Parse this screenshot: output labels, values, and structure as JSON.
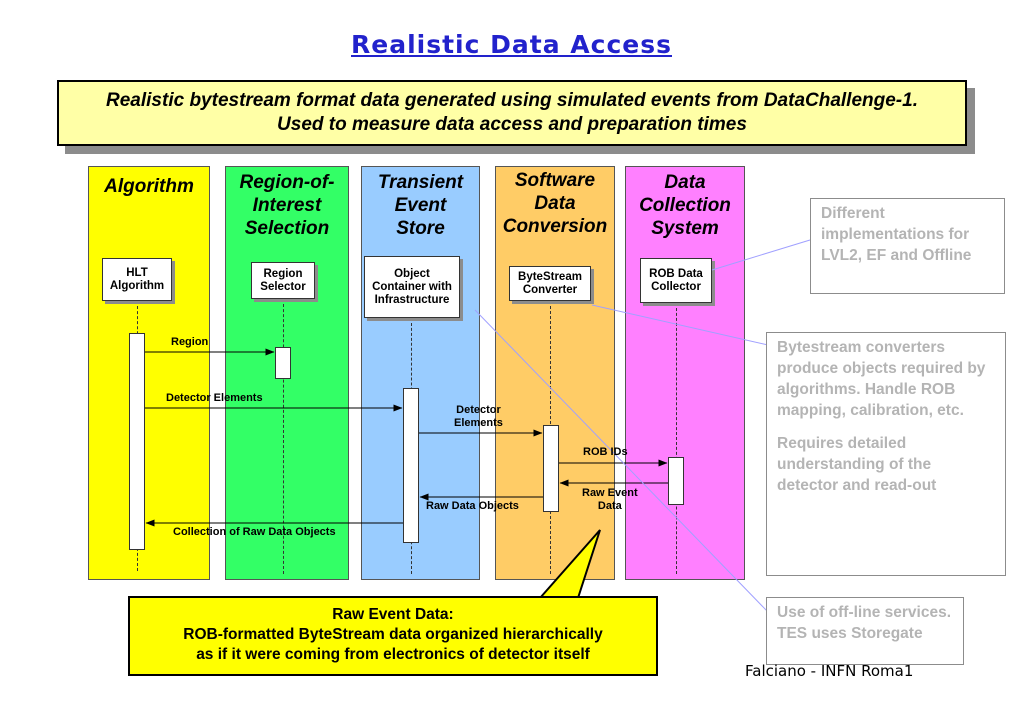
{
  "title": "Realistic Data Access",
  "subtitle": "Realistic bytestream format data generated using simulated events from DataChallenge-1. Used to measure data access and preparation times",
  "columns": [
    {
      "label": "Algorithm",
      "color": "#ffff00"
    },
    {
      "label": "Region-of-Interest Selection",
      "color": "#33ff66"
    },
    {
      "label": "Transient Event Store",
      "color": "#99ccff"
    },
    {
      "label": "Software Data Conversion",
      "color": "#ffcc66"
    },
    {
      "label": "Data Collection System",
      "color": "#ff80ff"
    }
  ],
  "components": [
    "HLT Algorithm",
    "Region Selector",
    "Object Container with Infrastructure",
    "ByteStream Converter",
    "ROB Data Collector"
  ],
  "messages": {
    "region": "Region",
    "detector_elements_1": "Detector  Elements",
    "detector_elements_2a": "Detector",
    "detector_elements_2b": "Elements",
    "rob_ids": "ROB  IDs",
    "raw_event_data_a": "Raw  Event",
    "raw_event_data_b": "Data",
    "raw_data_objects": "Raw  Data  Objects",
    "collection": "Collection  of  Raw  Data  Objects"
  },
  "notes": {
    "implementations": "Different implementations for LVL2, EF and Offline",
    "converters_1": "Bytestream converters produce objects required by algorithms. Handle ROB mapping, calibration, etc.",
    "converters_2": "Requires detailed understanding of the detector and read-out",
    "offline_services": "Use of off-line services. TES uses Storegate"
  },
  "callout": {
    "line1": "Raw  Event  Data:",
    "line2": "ROB-formatted  ByteStream  data  organized  hierarchically",
    "line3": "as  if  it  were  coming  from  electronics  of  detector  itself"
  },
  "footer": "Falciano - INFN Roma1"
}
